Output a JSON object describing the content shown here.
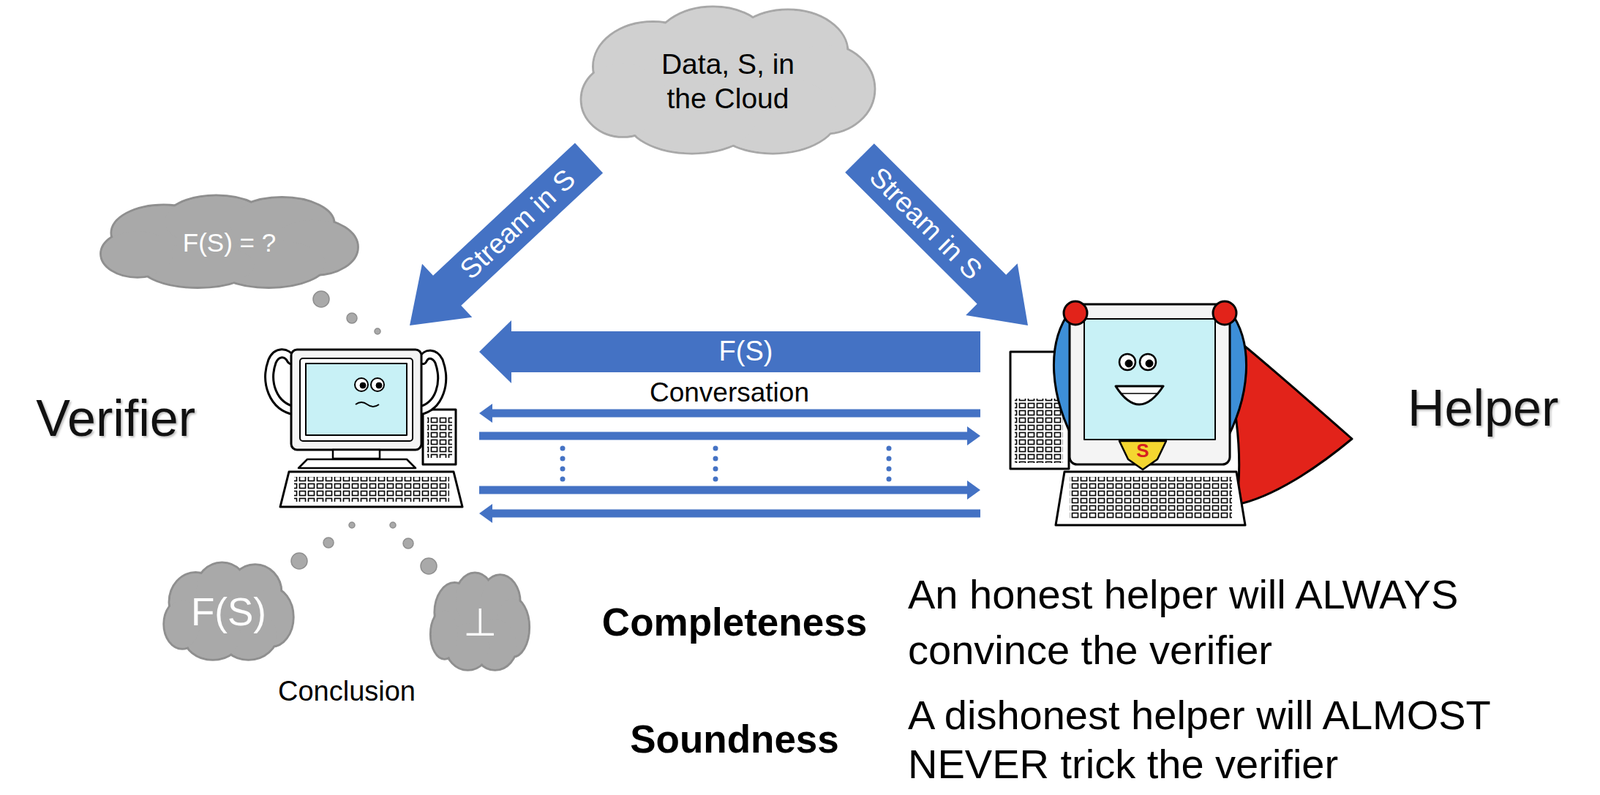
{
  "diagram": {
    "nodes": [
      {
        "text": [
          "Data, S, in the Cloud"
        ]
      },
      {
        "text": [
          "F(S) = ?"
        ]
      },
      {
        "text": [
          "Verifier"
        ]
      },
      {
        "text": [
          "Helper"
        ]
      },
      {
        "text": [
          "F(S)"
        ]
      },
      {
        "text": [
          "⊥"
        ]
      }
    ],
    "edges": [
      {
        "from": 0,
        "to": 2,
        "arrow": "to",
        "label": "Stream in S"
      },
      {
        "from": 0,
        "to": 3,
        "arrow": "to",
        "label": "Stream in S"
      },
      {
        "from": 3,
        "to": 2,
        "arrow": "to",
        "label": "F(S)"
      },
      {
        "from": 3,
        "to": 2,
        "arrow": "to"
      },
      {
        "from": 2,
        "to": 3,
        "arrow": "to"
      },
      {
        "from": 2,
        "to": 3,
        "arrow": "to"
      },
      {
        "from": 3,
        "to": 2,
        "arrow": "to"
      }
    ],
    "labels": [
      "Conversation",
      "Conclusion",
      "Completeness",
      "An honest helper will ALWAYS convince the verifier",
      "Soundness",
      "A dishonest helper will ALMOST NEVER trick the verifier",
      "S"
    ]
  }
}
